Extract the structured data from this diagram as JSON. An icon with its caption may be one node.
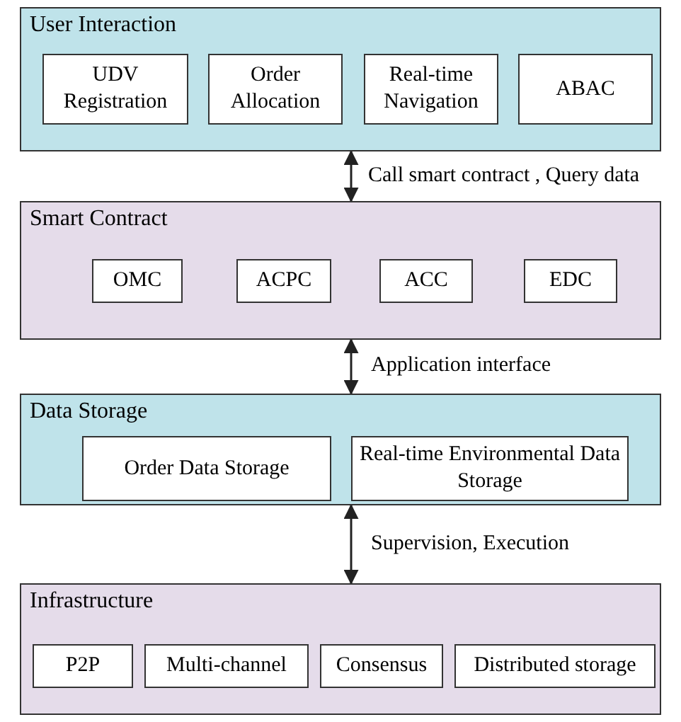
{
  "diagram": {
    "nodes": [
      {
        "text": [
          "User Interaction"
        ]
      },
      {
        "text": [
          "UDV Registration"
        ],
        "in": 0
      },
      {
        "text": [
          "Order Allocation"
        ],
        "in": 0
      },
      {
        "text": [
          "Real-time Navigation"
        ],
        "in": 0
      },
      {
        "text": [
          "ABAC"
        ],
        "in": 0
      },
      {
        "text": [
          "Smart Contract"
        ]
      },
      {
        "text": [
          "OMC"
        ],
        "in": 5
      },
      {
        "text": [
          "ACPC"
        ],
        "in": 5
      },
      {
        "text": [
          "ACC"
        ],
        "in": 5
      },
      {
        "text": [
          "EDC"
        ],
        "in": 5
      },
      {
        "text": [
          "Data Storage"
        ]
      },
      {
        "text": [
          "Order Data Storage"
        ],
        "in": 10
      },
      {
        "text": [
          "Real-time Environmental Data Storage"
        ],
        "in": 10
      },
      {
        "text": [
          "Infrastructure"
        ]
      },
      {
        "text": [
          "P2P"
        ],
        "in": 13
      },
      {
        "text": [
          "Multi-channel"
        ],
        "in": 13
      },
      {
        "text": [
          "Consensus"
        ],
        "in": 13
      },
      {
        "text": [
          "Distributed storage"
        ],
        "in": 13
      }
    ],
    "edges": [
      {
        "from": 0,
        "to": 5,
        "arrow": "both",
        "label": "Call smart contract , Query data"
      },
      {
        "from": 5,
        "to": 10,
        "arrow": "both",
        "label": "Application interface"
      },
      {
        "from": 10,
        "to": 13,
        "arrow": "both",
        "label": "Supervision, Execution"
      }
    ]
  }
}
